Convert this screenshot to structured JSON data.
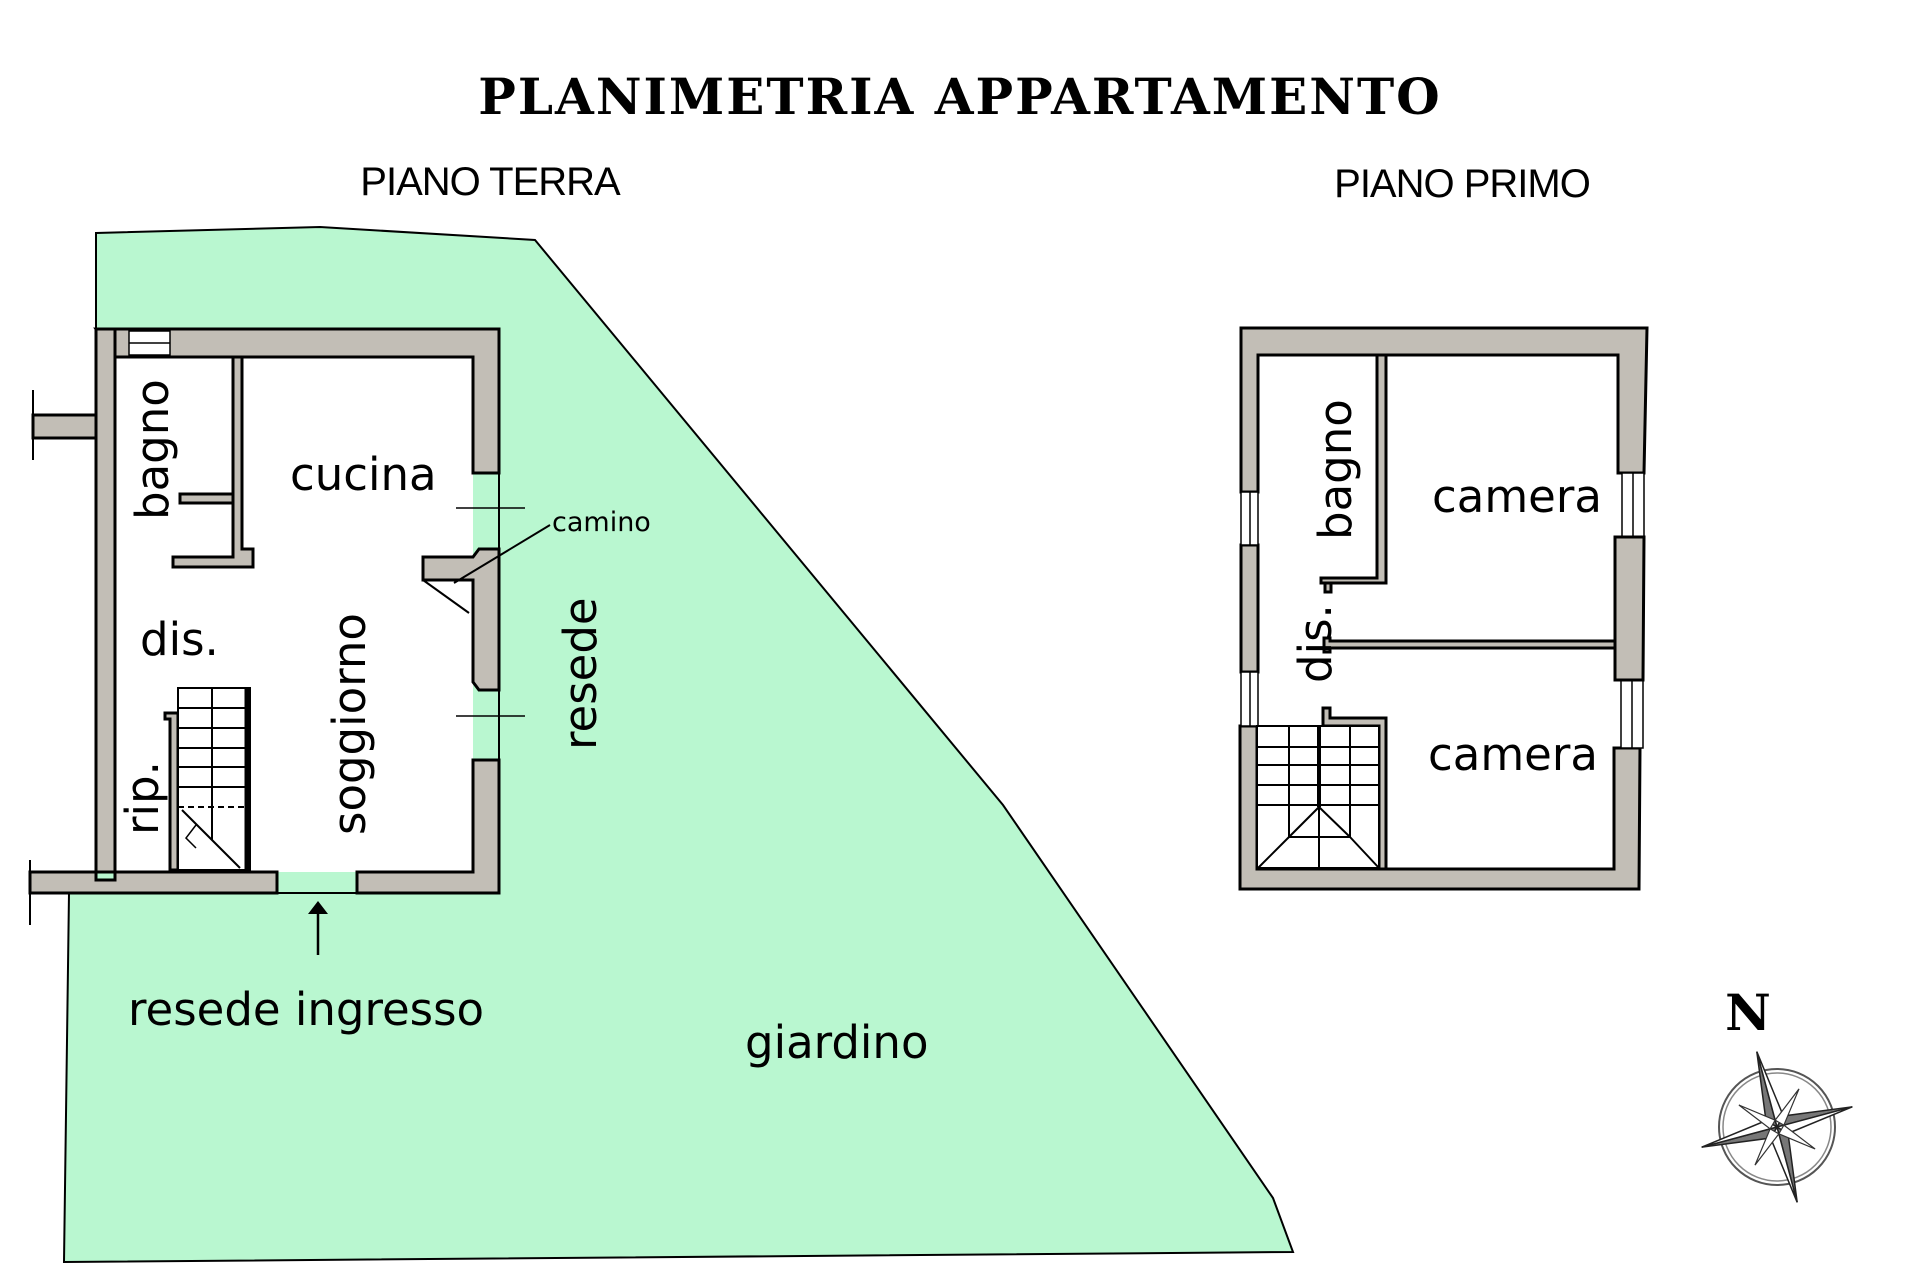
{
  "title": "PLANIMETRIA  APPARTAMENTO",
  "floors": [
    {
      "name": "PIANO TERRA",
      "rooms": [
        "bagno",
        "cucina",
        "dis.",
        "soggiorno",
        "rip."
      ],
      "annotations": [
        "camino",
        "resede",
        "resede ingresso",
        "giardino"
      ]
    },
    {
      "name": "PIANO PRIMO",
      "rooms": [
        "bagno",
        "camera",
        "dis.",
        "camera"
      ]
    }
  ],
  "compass": {
    "label": "N"
  },
  "colors": {
    "garden": "#b9f7d0",
    "wall": "#c2beb6",
    "line": "#000000"
  }
}
